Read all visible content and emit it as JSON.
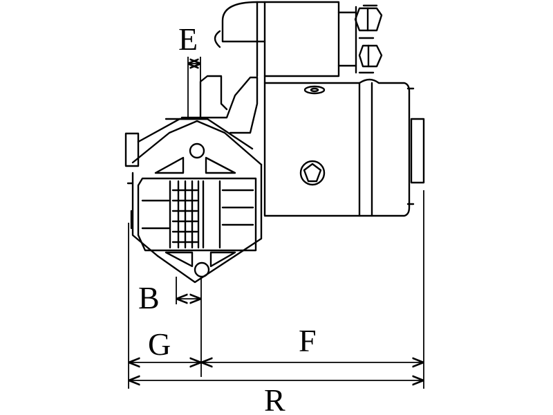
{
  "diagram": {
    "labels": {
      "e": "E",
      "b": "B",
      "g": "G",
      "f": "F",
      "r": "R"
    },
    "colors": {
      "line": "#000000",
      "background": "#ffffff"
    }
  }
}
